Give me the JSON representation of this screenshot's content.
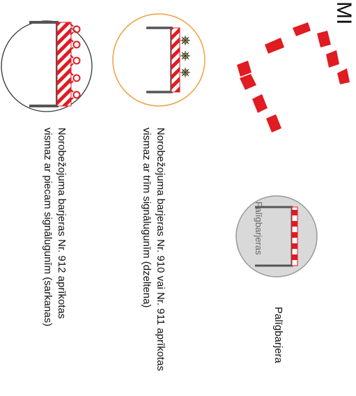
{
  "mi_label": "MI",
  "aux_circle_text": "Palīgbarjeras",
  "aux_caption": "Palīgbarjera",
  "caption_910": "Norobežojuma barjeras Nr. 910 vai Nr. 911 aprīkotas\nvismaz ar trīm signālugunīm (dzeltena)",
  "caption_912": "Norobežojuma barjeras Nr. 912 aprīkotas\nvismaz ar piecam signālugunīm (sarkanas)",
  "colors": {
    "stripe_red": "#e01b22",
    "orange_ring": "#f0a040",
    "yellow_light": "#fff25a",
    "grey_disc": "#d9d9d9",
    "text": "#111111"
  },
  "icons": [
    "red-signal-light-icon",
    "yellow-signal-light-icon"
  ]
}
